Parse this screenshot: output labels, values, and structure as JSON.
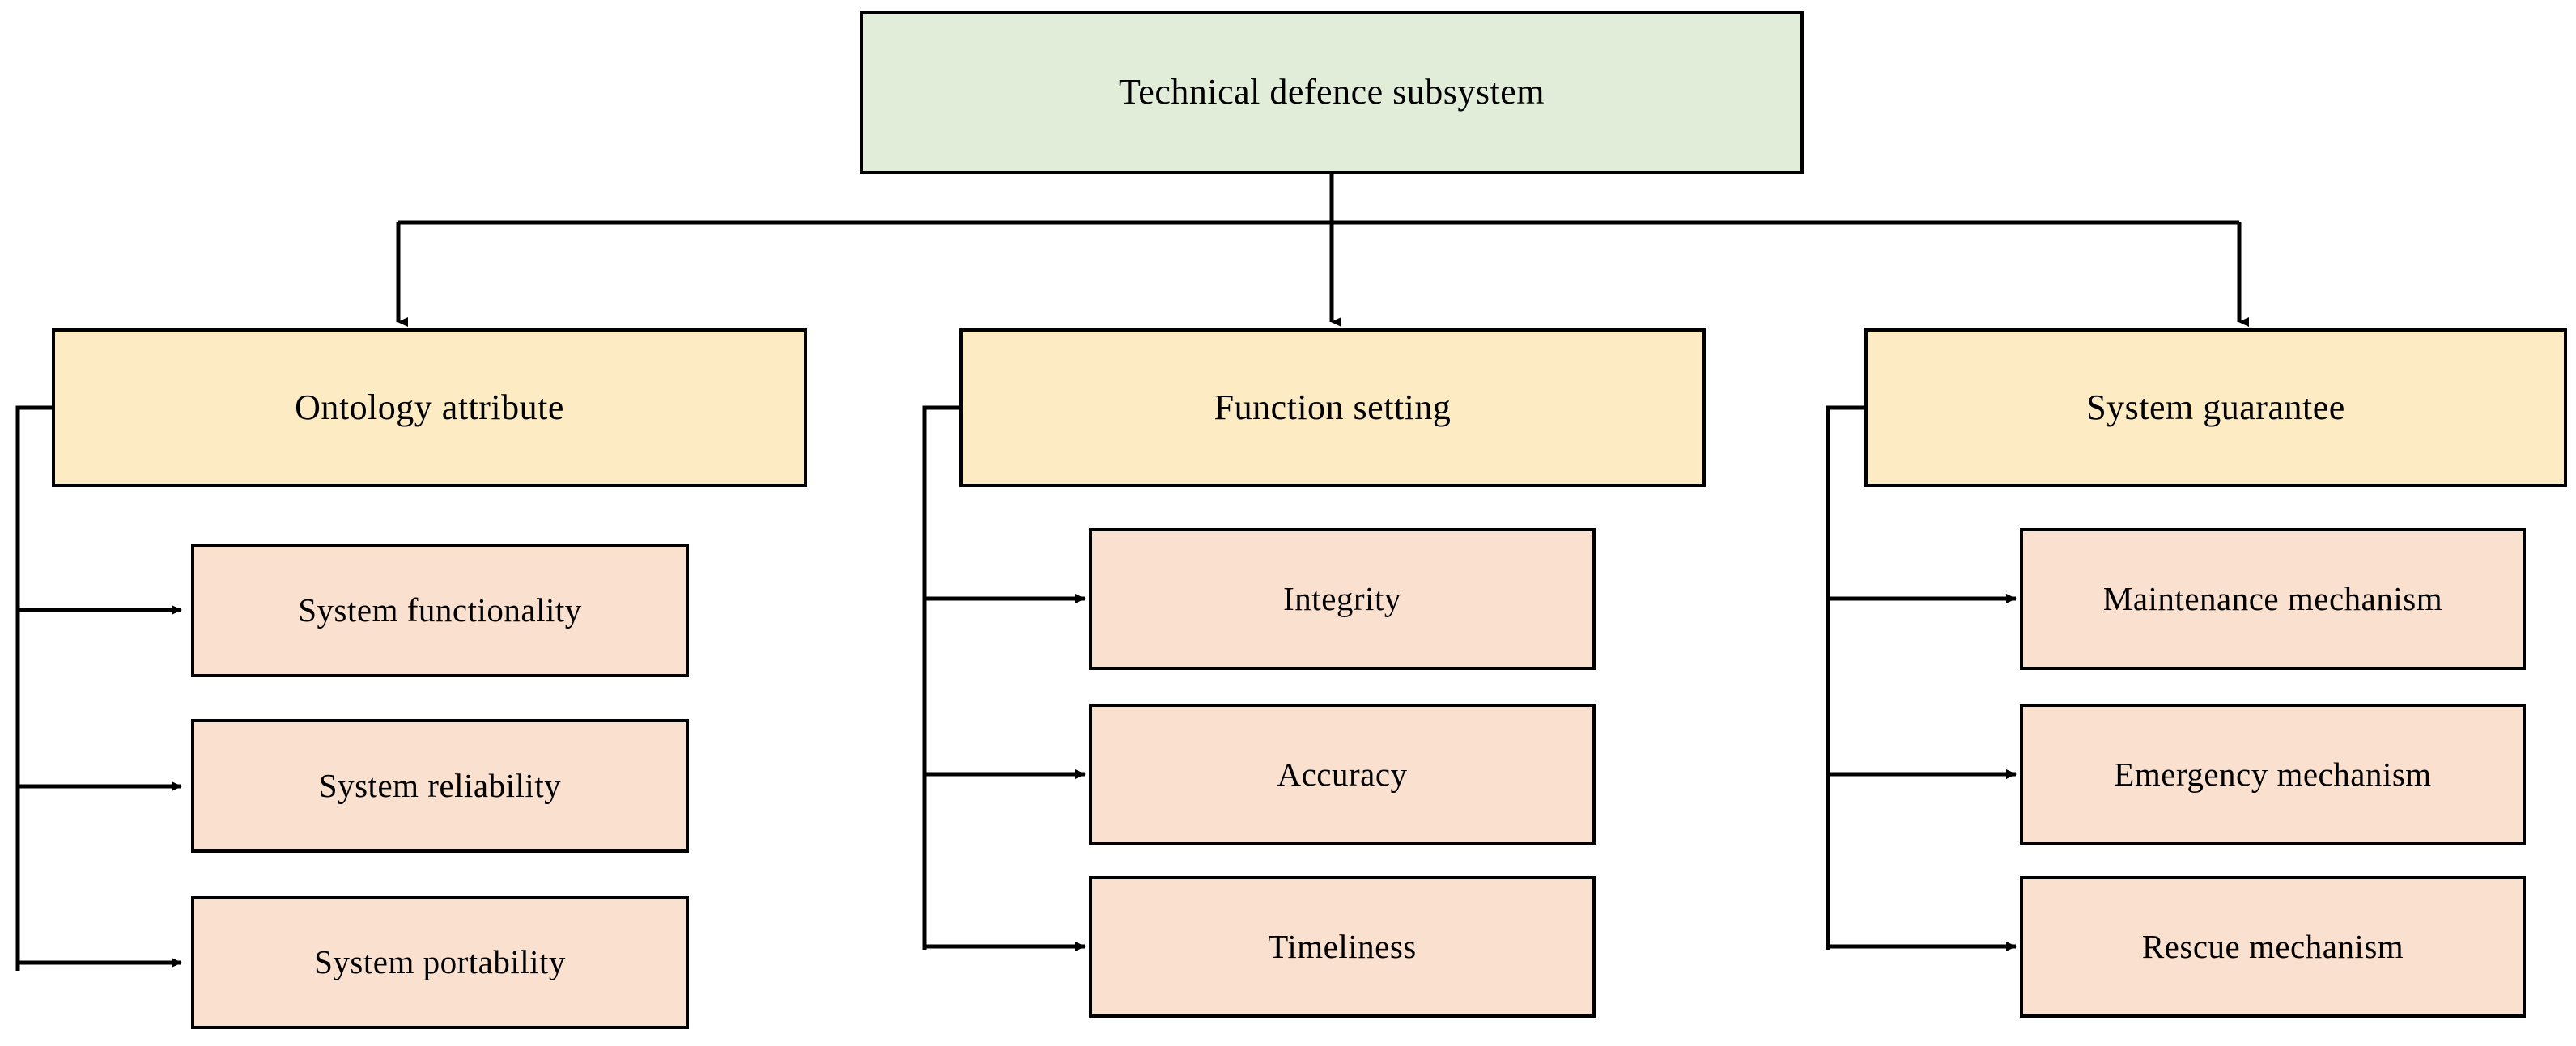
{
  "diagram": {
    "title": "Technical defence subsystem",
    "type": "hierarchy-tree",
    "colors": {
      "root_fill": "#e2edd9",
      "branch_fill": "#fcebc3",
      "leaf_fill": "#fae0ce",
      "stroke": "#000000",
      "text": "#000000",
      "background": "#ffffff"
    },
    "root": {
      "label": "Technical defence subsystem"
    },
    "branches": [
      {
        "label": "Ontology attribute",
        "children": [
          {
            "label": "System functionality"
          },
          {
            "label": "System reliability"
          },
          {
            "label": "System portability"
          }
        ]
      },
      {
        "label": "Function setting",
        "children": [
          {
            "label": "Integrity"
          },
          {
            "label": "Accuracy"
          },
          {
            "label": "Timeliness"
          }
        ]
      },
      {
        "label": "System guarantee",
        "children": [
          {
            "label": "Maintenance mechanism"
          },
          {
            "label": "Emergency mechanism"
          },
          {
            "label": "Rescue mechanism"
          }
        ]
      }
    ]
  }
}
